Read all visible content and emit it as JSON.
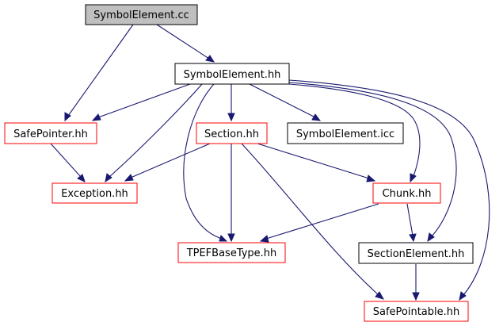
{
  "nodes": {
    "symbolelement_cc": {
      "label": "SymbolElement.cc",
      "style": "root"
    },
    "symbolelement_hh": {
      "label": "SymbolElement.hh",
      "style": "normal"
    },
    "safepointer_hh": {
      "label": "SafePointer.hh",
      "style": "red"
    },
    "section_hh": {
      "label": "Section.hh",
      "style": "red"
    },
    "symbolelement_icc": {
      "label": "SymbolElement.icc",
      "style": "normal"
    },
    "exception_hh": {
      "label": "Exception.hh",
      "style": "red"
    },
    "chunk_hh": {
      "label": "Chunk.hh",
      "style": "red"
    },
    "tpefbasetype_hh": {
      "label": "TPEFBaseType.hh",
      "style": "red"
    },
    "sectionelement_hh": {
      "label": "SectionElement.hh",
      "style": "normal"
    },
    "safepointable_hh": {
      "label": "SafePointable.hh",
      "style": "red"
    }
  },
  "edges": [
    [
      "symbolelement_cc",
      "symbolelement_hh"
    ],
    [
      "symbolelement_cc",
      "safepointer_hh"
    ],
    [
      "symbolelement_hh",
      "safepointer_hh"
    ],
    [
      "symbolelement_hh",
      "exception_hh"
    ],
    [
      "symbolelement_hh",
      "section_hh"
    ],
    [
      "symbolelement_hh",
      "tpefbasetype_hh"
    ],
    [
      "symbolelement_hh",
      "symbolelement_icc"
    ],
    [
      "symbolelement_hh",
      "chunk_hh"
    ],
    [
      "symbolelement_hh",
      "sectionelement_hh"
    ],
    [
      "symbolelement_hh",
      "safepointable_hh"
    ],
    [
      "safepointer_hh",
      "exception_hh"
    ],
    [
      "section_hh",
      "exception_hh"
    ],
    [
      "section_hh",
      "tpefbasetype_hh"
    ],
    [
      "section_hh",
      "chunk_hh"
    ],
    [
      "section_hh",
      "safepointable_hh"
    ],
    [
      "chunk_hh",
      "tpefbasetype_hh"
    ],
    [
      "chunk_hh",
      "sectionelement_hh"
    ],
    [
      "sectionelement_hh",
      "safepointable_hh"
    ]
  ],
  "colors": {
    "edge": "#191970",
    "root_fill": "#bfbfbf",
    "root_border": "#000000",
    "normal_border": "#000000",
    "red_border": "#ff0000",
    "node_fill": "#ffffff"
  }
}
